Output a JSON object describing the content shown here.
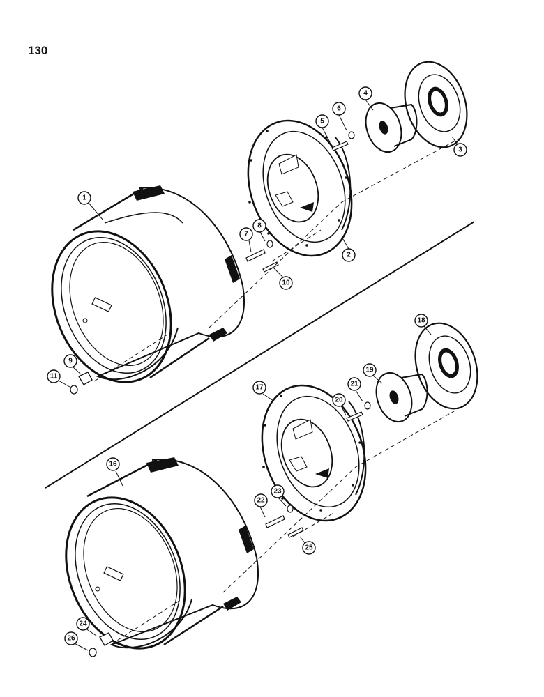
{
  "page_number": "130",
  "callouts": [
    {
      "id": "c1",
      "label": "1"
    },
    {
      "id": "c2",
      "label": "2"
    },
    {
      "id": "c3",
      "label": "3"
    },
    {
      "id": "c4",
      "label": "4"
    },
    {
      "id": "c5",
      "label": "5"
    },
    {
      "id": "c6",
      "label": "6"
    },
    {
      "id": "c7",
      "label": "7"
    },
    {
      "id": "c8",
      "label": "8"
    },
    {
      "id": "c9",
      "label": "9"
    },
    {
      "id": "c10",
      "label": "10"
    },
    {
      "id": "c11",
      "label": "11"
    },
    {
      "id": "c16",
      "label": "16"
    },
    {
      "id": "c17",
      "label": "17"
    },
    {
      "id": "c18",
      "label": "18"
    },
    {
      "id": "c19",
      "label": "19"
    },
    {
      "id": "c20",
      "label": "20"
    },
    {
      "id": "c21",
      "label": "21"
    },
    {
      "id": "c22",
      "label": "22"
    },
    {
      "id": "c23",
      "label": "23"
    },
    {
      "id": "c24",
      "label": "24"
    },
    {
      "id": "c25",
      "label": "25"
    },
    {
      "id": "c26",
      "label": "26"
    }
  ]
}
